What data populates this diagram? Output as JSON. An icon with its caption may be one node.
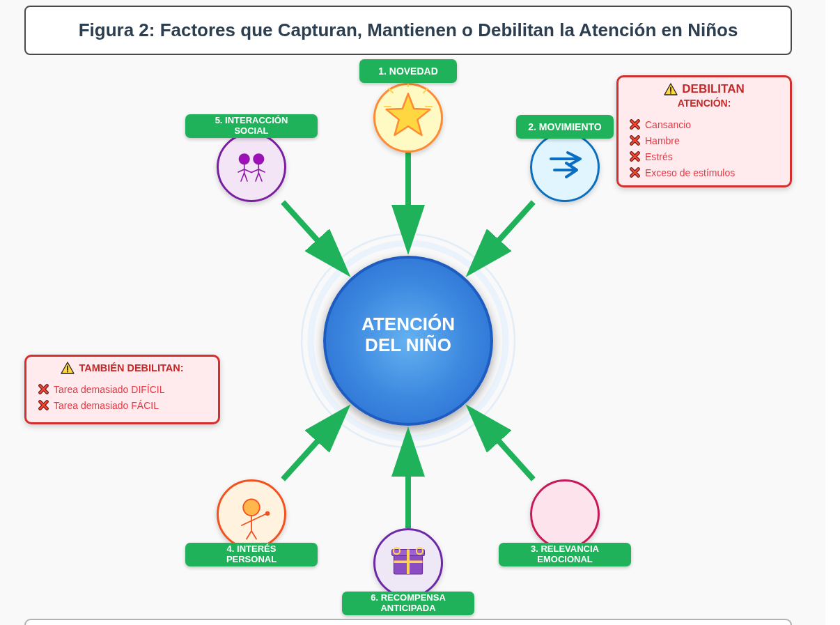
{
  "diagram": {
    "title": "Figura 2: Factores que Capturan, Mantienen o Debilitan la Atención en Niños",
    "nodes": [
      {
        "text": [
          "1. NOVEDAD"
        ]
      },
      {
        "text": [
          "5. INTERACCIÓN SOCIAL"
        ]
      },
      {
        "text": [
          "2. MOVIMIENTO"
        ]
      },
      {
        "text": [
          "DEBILITAN",
          "ATENCIÓN:",
          "Cansancio",
          "Hambre",
          "Estrés",
          "Exceso de estímulos"
        ]
      },
      {
        "text": [
          "ATENCIÓN DEL NIÑO"
        ]
      },
      {
        "text": [
          "TAMBIÉN DEBILITAN:",
          "Tarea demasiado DIFÍCIL",
          "Tarea demasiado FÁCIL"
        ]
      },
      {
        "text": [
          "4. INTERÉS PERSONAL"
        ]
      },
      {
        "text": [
          "3. RELEVANCIA EMOCIONAL"
        ]
      },
      {
        "text": [
          "6. RECOMPENSA ANTICIPADA"
        ]
      }
    ],
    "edges": [
      {
        "from": 0,
        "to": 4,
        "arrow": "to"
      },
      {
        "from": 1,
        "to": 4,
        "arrow": "to"
      },
      {
        "from": 2,
        "to": 4,
        "arrow": "to"
      },
      {
        "from": 6,
        "to": 4,
        "arrow": "to"
      },
      {
        "from": 7,
        "to": 4,
        "arrow": "to"
      },
      {
        "from": 8,
        "to": 4,
        "arrow": "to"
      }
    ]
  }
}
